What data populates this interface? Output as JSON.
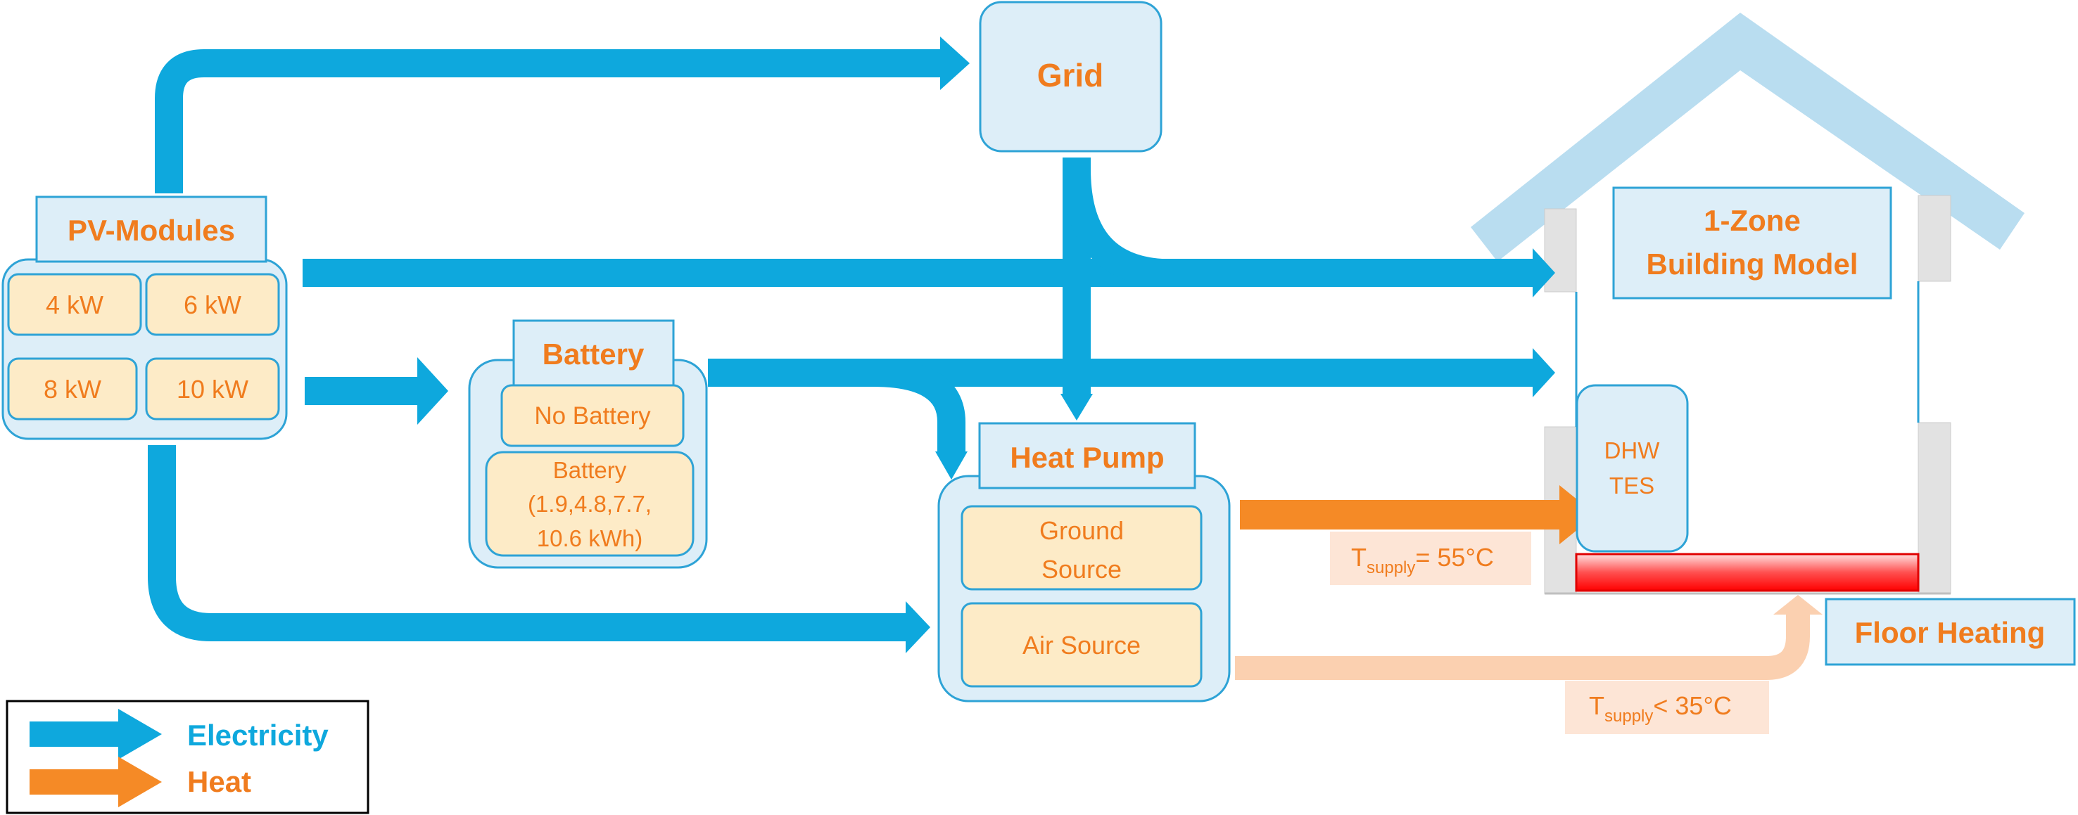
{
  "nodes": {
    "grid": "Grid",
    "pv": "PV-Modules",
    "pv_options": [
      "4 kW",
      "6 kW",
      "8 kW",
      "10 kW"
    ],
    "battery": "Battery",
    "battery_none": "No Battery",
    "battery_opt_line1": "Battery",
    "battery_opt_line2": "(1.9,4.8,7.7,",
    "battery_opt_line3": "10.6 kWh)",
    "heat_pump": "Heat Pump",
    "hp_ground_line1": "Ground",
    "hp_ground_line2": "Source",
    "hp_air": "Air Source",
    "building_line1": "1-Zone",
    "building_line2": "Building Model",
    "dhw_line1": "DHW",
    "dhw_line2": "TES",
    "floor_heating": "Floor Heating"
  },
  "labels": {
    "t_supply_base": "T",
    "t_supply_sub": "supply",
    "t_dhw_value": "= 55°C",
    "t_floor_value": "< 35°C"
  },
  "legend": {
    "electricity": "Electricity",
    "heat": "Heat"
  },
  "colors": {
    "electricity": "#0ea8dd",
    "heat": "#f58a26",
    "heat_light": "#fbd0b0",
    "node_fill": "#ddeef8",
    "node_stroke": "#2ea3d6",
    "option_fill": "#fdebc7",
    "text_orange": "#f07c1e",
    "roof": "#b9ddf0"
  }
}
